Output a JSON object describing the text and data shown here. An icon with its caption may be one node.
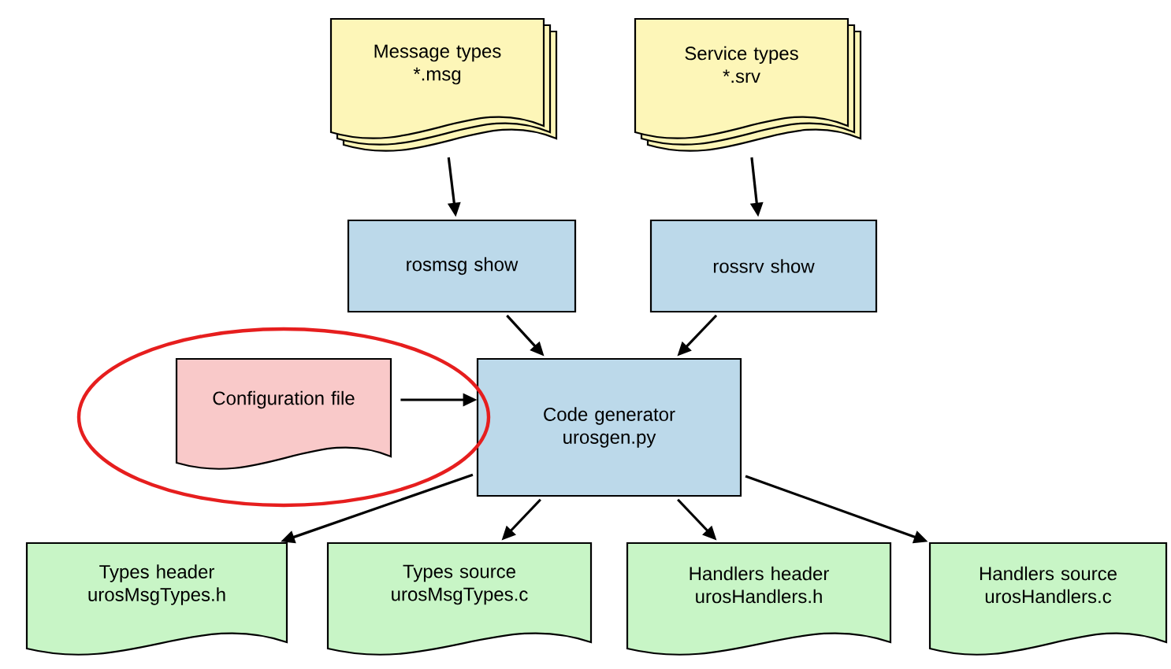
{
  "diagram": {
    "nodes": [
      {
        "text": [
          "Message types",
          "*.msg"
        ]
      },
      {
        "text": [
          "Service types",
          "*.srv"
        ]
      },
      {
        "text": [
          "rosmsg show"
        ]
      },
      {
        "text": [
          "rossrv show"
        ]
      },
      {
        "text": [
          "Configuration file"
        ]
      },
      {
        "text": [
          "Code generator",
          "urosgen.py"
        ]
      },
      {
        "text": [
          "Types header",
          "urosMsgTypes.h"
        ]
      },
      {
        "text": [
          "Types source",
          "urosMsgTypes.c"
        ]
      },
      {
        "text": [
          "Handlers header",
          "urosHandlers.h"
        ]
      },
      {
        "text": [
          "Handlers source",
          "urosHandlers.c"
        ]
      }
    ],
    "edges": [
      {
        "from": 0,
        "to": 2,
        "arrow": "to"
      },
      {
        "from": 1,
        "to": 3,
        "arrow": "to"
      },
      {
        "from": 2,
        "to": 5,
        "arrow": "to"
      },
      {
        "from": 3,
        "to": 5,
        "arrow": "to"
      },
      {
        "from": 4,
        "to": 5,
        "arrow": "to"
      },
      {
        "from": 5,
        "to": 6,
        "arrow": "to"
      },
      {
        "from": 5,
        "to": 7,
        "arrow": "to"
      },
      {
        "from": 5,
        "to": 8,
        "arrow": "to"
      },
      {
        "from": 5,
        "to": 9,
        "arrow": "to"
      }
    ]
  }
}
